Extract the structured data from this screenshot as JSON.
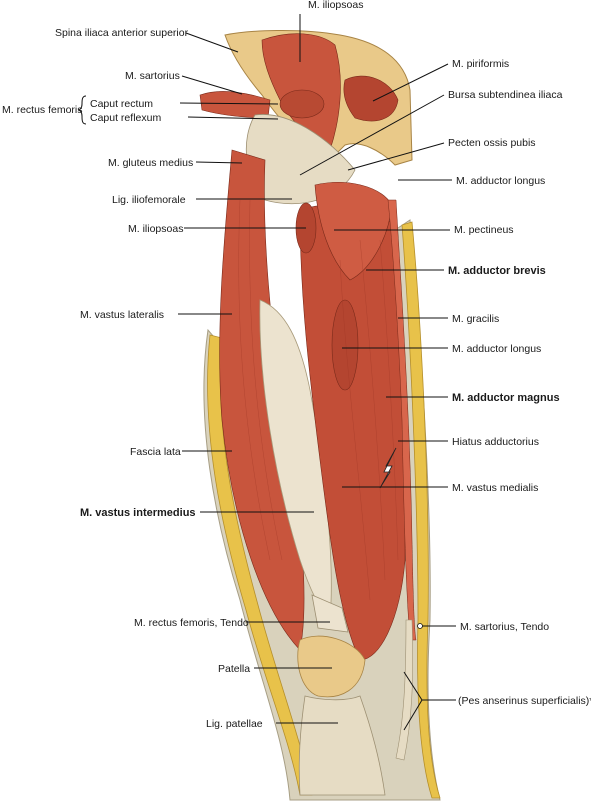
{
  "labels": {
    "iliopsoas_top": "M. iliopsoas",
    "spina_iliaca": "Spina iliaca anterior superior",
    "sartorius": "M. sartorius",
    "rectus_femoris": "M. rectus femoris",
    "caput_rectum": "Caput rectum",
    "caput_reflexum": "Caput reflexum",
    "gluteus_medius": "M. gluteus medius",
    "lig_iliofemorale": "Lig. iliofemorale",
    "iliopsoas_mid": "M. iliopsoas",
    "vastus_lateralis": "M. vastus lateralis",
    "fascia_lata": "Fascia lata",
    "vastus_intermedius": "M. vastus intermedius",
    "rectus_tendo": "M. rectus femoris, Tendo",
    "patella": "Patella",
    "lig_patellae": "Lig. patellae",
    "piriformis": "M. piriformis",
    "bursa": "Bursa subtendinea iliaca",
    "pecten": "Pecten ossis pubis",
    "adductor_longus_top": "M. adductor longus",
    "pectineus": "M. pectineus",
    "adductor_brevis": "M. adductor brevis",
    "gracilis": "M. gracilis",
    "adductor_longus_mid": "M. adductor longus",
    "adductor_magnus": "M. adductor magnus",
    "hiatus": "Hiatus adductorius",
    "vastus_medialis": "M. vastus medialis",
    "sartorius_tendo": "M. sartorius, Tendo",
    "pes_anserinus": "(Pes anserinus superficialis)*"
  },
  "colors": {
    "muscle": "#c8553d",
    "muscle_dark": "#9c3524",
    "tendon": "#e6dcc4",
    "bone": "#e9c989",
    "fat": "#e8c24a",
    "skin": "#d9d2bc"
  }
}
